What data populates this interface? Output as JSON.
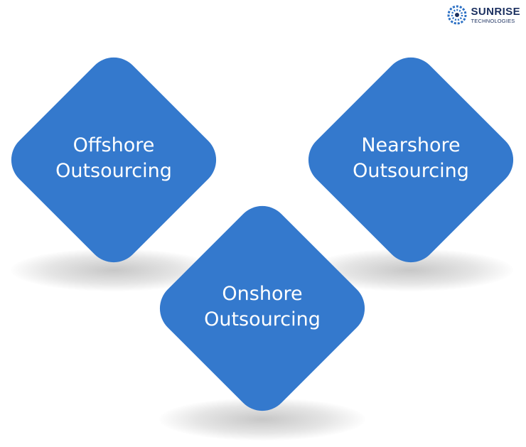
{
  "logo": {
    "name": "SUNRISE",
    "subtitle": "TECHNOLOGIES"
  },
  "colors": {
    "diamond": "#3479cd",
    "label": "#ffffff",
    "logo_text": "#1a2f5f"
  },
  "nodes": [
    {
      "label": "Offshore\nOutsourcing"
    },
    {
      "label": "Nearshore\nOutsourcing"
    },
    {
      "label": "Onshore\nOutsourcing"
    }
  ]
}
